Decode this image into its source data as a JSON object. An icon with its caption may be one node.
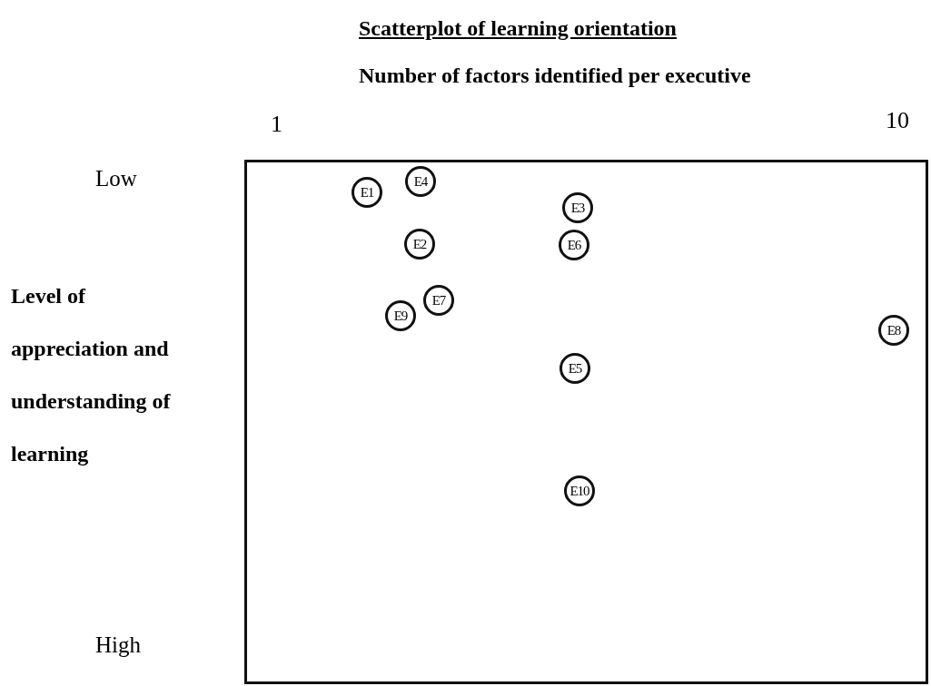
{
  "diagram": {
    "title": "Scatterplot of learning orientation",
    "nodes": [
      {
        "text": [
          "E4"
        ]
      },
      {
        "text": [
          "E1"
        ]
      },
      {
        "text": [
          "E3"
        ]
      },
      {
        "text": [
          "E2"
        ]
      },
      {
        "text": [
          "E6"
        ]
      },
      {
        "text": [
          "E7"
        ]
      },
      {
        "text": [
          "E9"
        ]
      },
      {
        "text": [
          "E8"
        ]
      },
      {
        "text": [
          "E5"
        ]
      },
      {
        "text": [
          "E10"
        ]
      }
    ],
    "labels": [
      "Number of factors identified per executive",
      "1",
      "10",
      "Low",
      "Level of appreciation and understanding of learning",
      "High"
    ]
  }
}
